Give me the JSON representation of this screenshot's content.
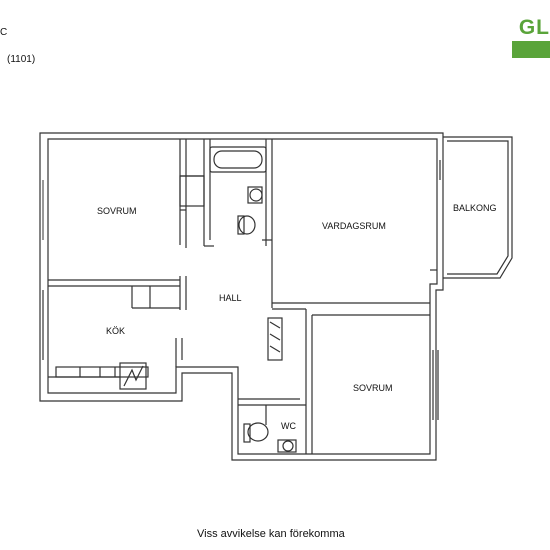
{
  "header": {
    "title_fragment": "C",
    "unit_number": "(1101)"
  },
  "logo": {
    "text": "GL",
    "color": "#5aa43a"
  },
  "rooms": {
    "bedroom_top": "SOVRUM",
    "living_room": "VARDAGSRUM",
    "balcony": "BALKONG",
    "hall": "HALL",
    "kitchen": "KÖK",
    "bedroom_bottom": "SOVRUM",
    "wc": "WC"
  },
  "footer": {
    "disclaimer": "Viss avvikelse kan förekomma"
  }
}
